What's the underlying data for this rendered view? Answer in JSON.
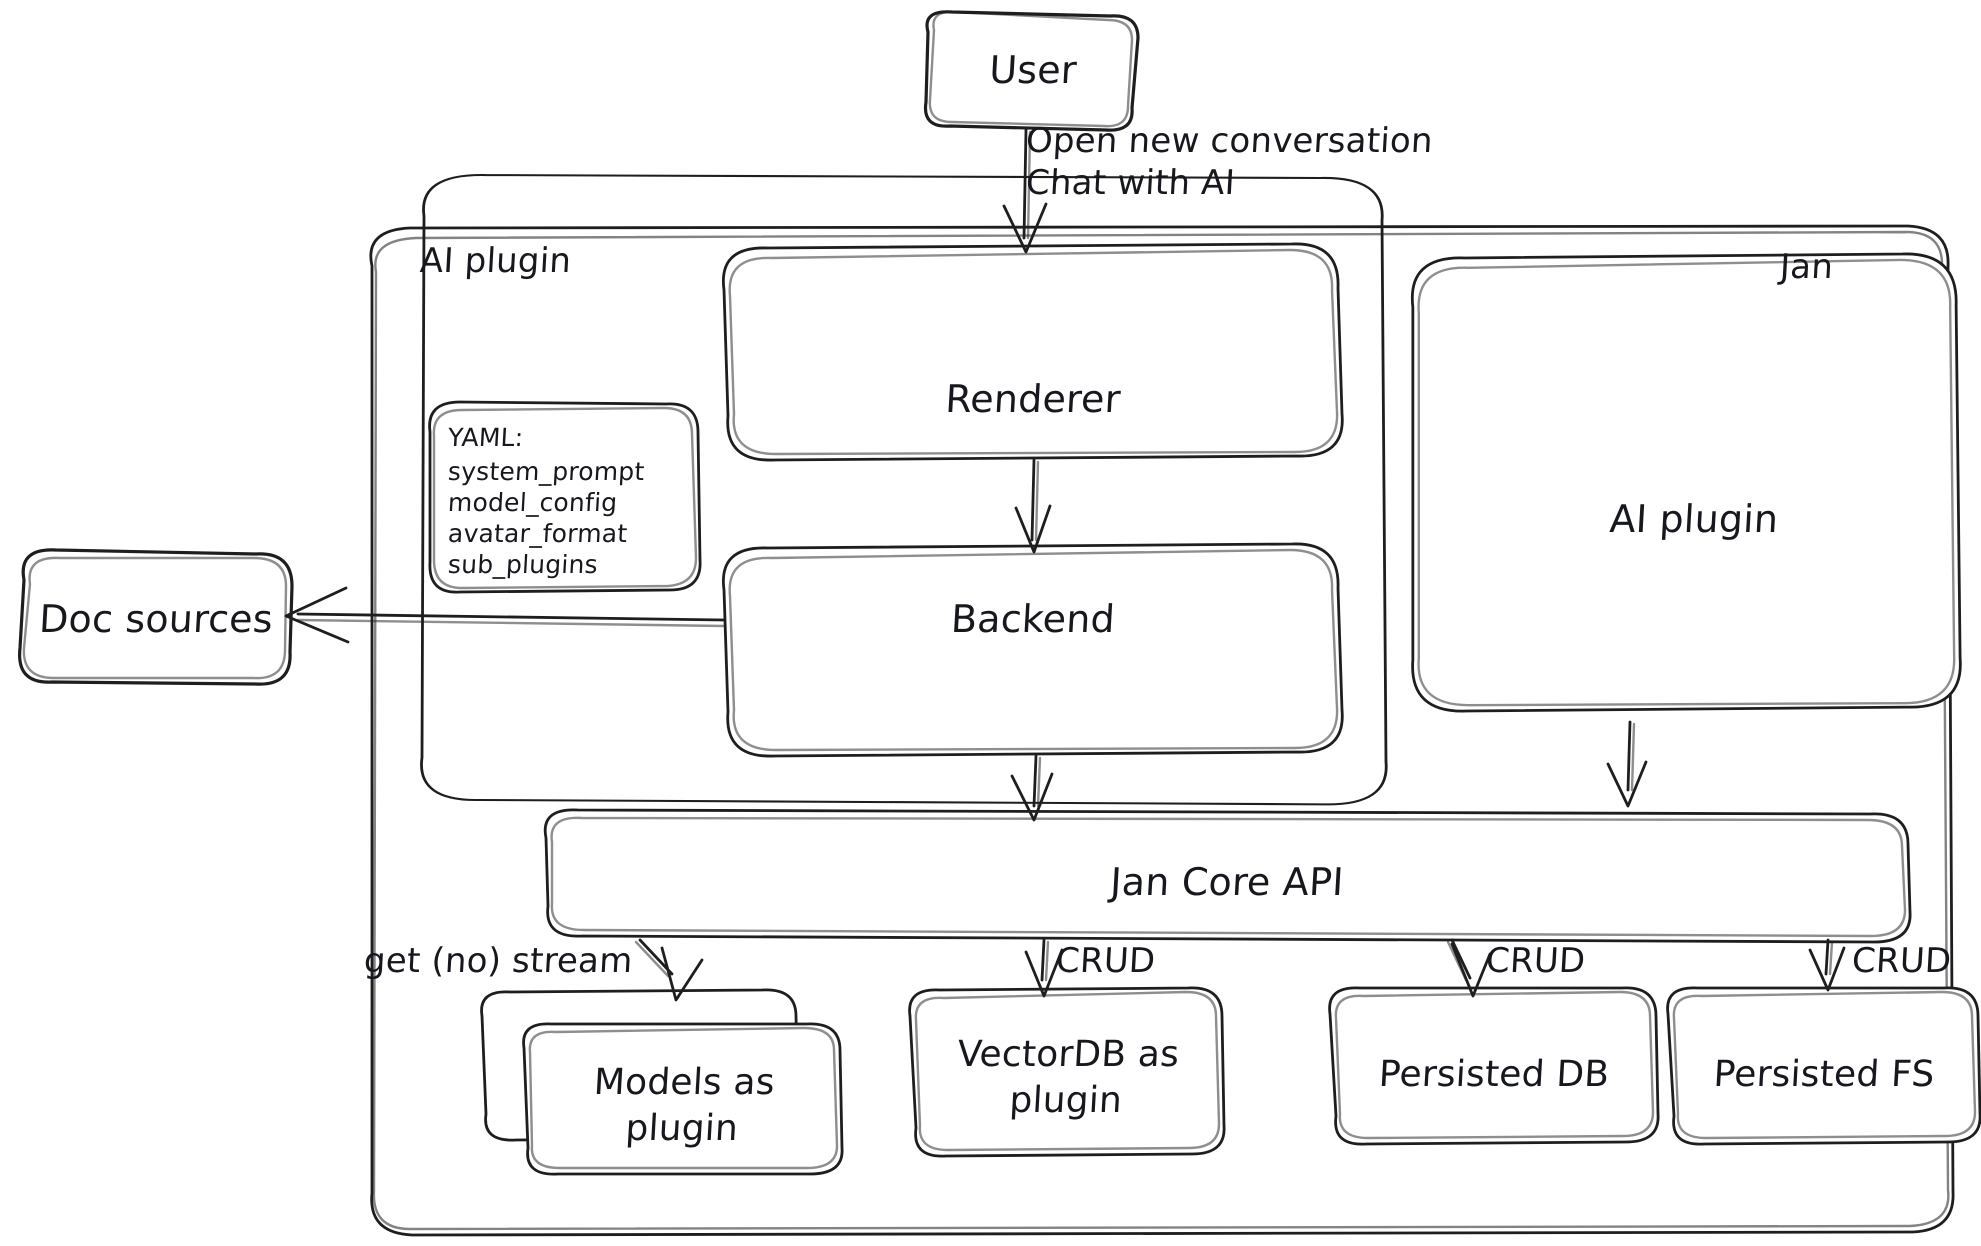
{
  "diagram": {
    "title": "Jan architecture diagram",
    "style": "hand-drawn",
    "stroke_color": "#1e1e1e",
    "background_color": "#ffffff"
  },
  "nodes": {
    "user": {
      "label": "User"
    },
    "jan_container": {
      "label": "Jan"
    },
    "ai_plugin_group": {
      "label": "AI plugin"
    },
    "yaml_card": {
      "heading": "YAML:",
      "items": [
        "system_prompt",
        "model_config",
        "avatar_format",
        "sub_plugins"
      ],
      "text": "YAML:\nsystem_prompt\nmodel_config\navatar_format\nsub_plugins"
    },
    "renderer": {
      "label": "Renderer"
    },
    "backend": {
      "label": "Backend"
    },
    "ai_plugin_box": {
      "label": "AI plugin"
    },
    "doc_sources": {
      "label": "Doc sources"
    },
    "jan_core_api": {
      "label": "Jan Core API"
    },
    "models_plugin": {
      "label": "Models as\nplugin"
    },
    "vectordb_plugin": {
      "label": "VectorDB as\nplugin"
    },
    "persisted_db": {
      "label": "Persisted DB"
    },
    "persisted_fs": {
      "label": "Persisted FS"
    }
  },
  "edges": [
    {
      "id": "user-renderer",
      "from": "user",
      "to": "renderer",
      "label": "Open new conversation\nChat with AI"
    },
    {
      "id": "renderer-backend",
      "from": "renderer",
      "to": "backend",
      "label": ""
    },
    {
      "id": "backend-docsources",
      "from": "backend",
      "to": "doc_sources",
      "label": ""
    },
    {
      "id": "backend-core",
      "from": "backend",
      "to": "jan_core_api",
      "label": ""
    },
    {
      "id": "aiplugin-core",
      "from": "ai_plugin_box",
      "to": "jan_core_api",
      "label": ""
    },
    {
      "id": "core-models",
      "from": "jan_core_api",
      "to": "models_plugin",
      "label": "get (no) stream"
    },
    {
      "id": "core-vectordb",
      "from": "jan_core_api",
      "to": "vectordb_plugin",
      "label": "CRUD"
    },
    {
      "id": "core-persisteddb",
      "from": "jan_core_api",
      "to": "persisted_db",
      "label": "CRUD"
    },
    {
      "id": "core-persistedfs",
      "from": "jan_core_api",
      "to": "persisted_fs",
      "label": "CRUD"
    }
  ],
  "edge_labels": {
    "user_to_renderer_line1": "Open new conversation",
    "user_to_renderer_line2": "Chat with AI",
    "get_no_stream": "get (no) stream",
    "crud_vectordb": "CRUD",
    "crud_persisted_db": "CRUD",
    "crud_persisted_fs": "CRUD"
  }
}
